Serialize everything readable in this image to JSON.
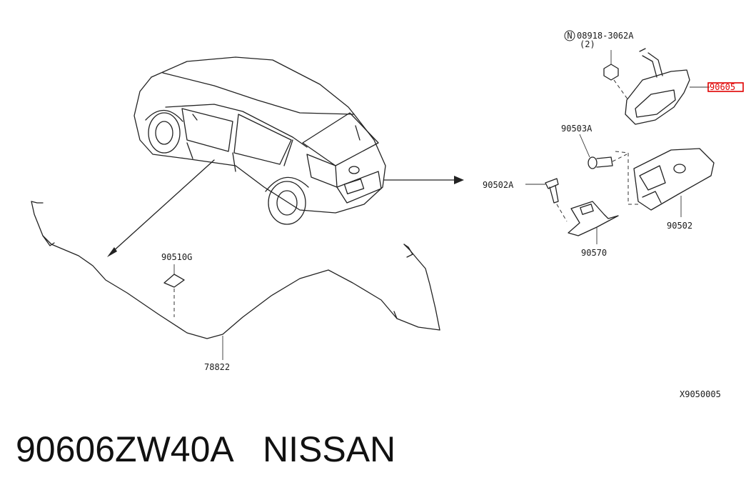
{
  "parts": {
    "nut": "08918-3062A",
    "nut_qty": "(2)",
    "nut_symbol": "N",
    "handle": "90605",
    "screw_a": "90503A",
    "bolt_a": "90502A",
    "latch": "90502",
    "bracket": "90570",
    "grommet": "90510G",
    "harness": "78822"
  },
  "diagram_code": "X9050005",
  "caption": {
    "part_number": "90606ZW40A",
    "brand": "NISSAN"
  },
  "colors": {
    "highlight": "#e00000",
    "line": "#222222"
  }
}
